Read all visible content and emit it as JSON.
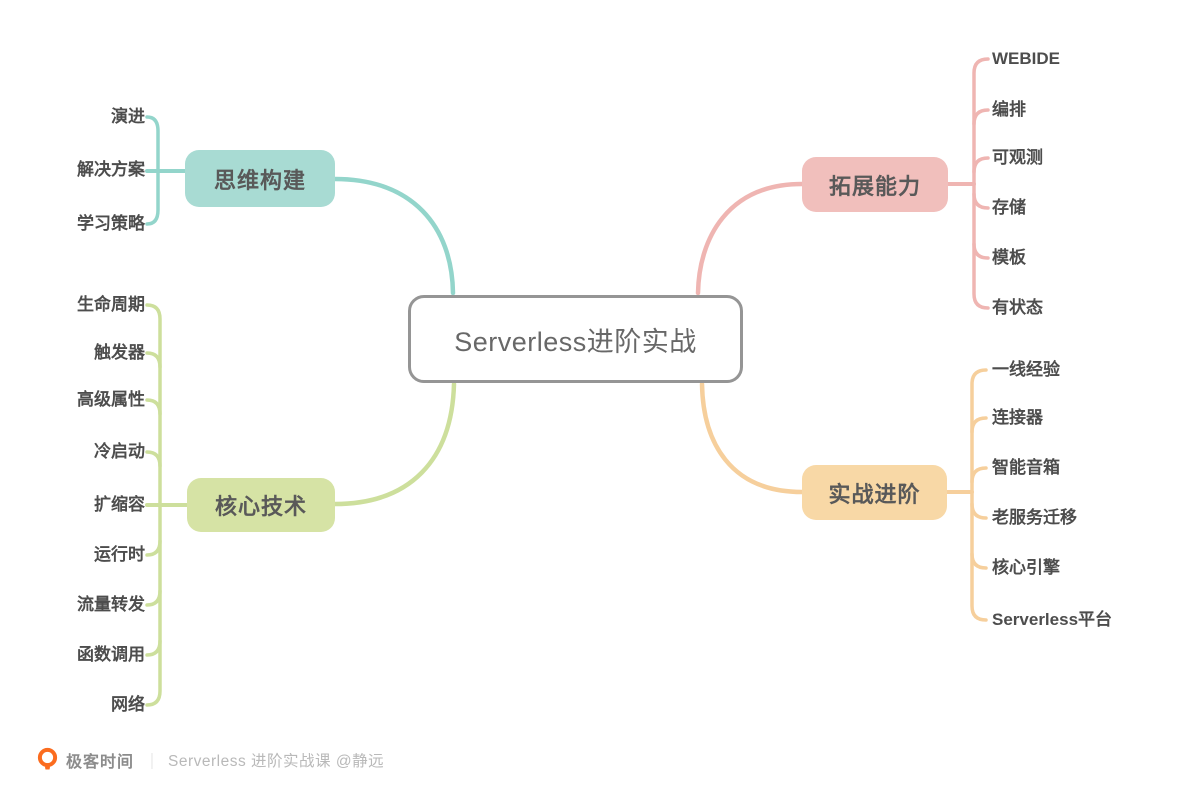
{
  "center": {
    "label": "Serverless进阶实战"
  },
  "branches": [
    {
      "id": "mind",
      "label": "思维构建",
      "color": "#93d5cb",
      "bg": "#a8dbd3",
      "children": [
        "演进",
        "解决方案",
        "学习策略"
      ]
    },
    {
      "id": "core",
      "label": "核心技术",
      "color": "#cddf9c",
      "bg": "#d6e3a5",
      "children": [
        "生命周期",
        "触发器",
        "高级属性",
        "冷启动",
        "扩缩容",
        "运行时",
        "流量转发",
        "函数调用",
        "网络"
      ]
    },
    {
      "id": "extend",
      "label": "拓展能力",
      "color": "#efb5b2",
      "bg": "#f1bfbc",
      "children": [
        "WEBIDE",
        "编排",
        "可观测",
        "存储",
        "模板",
        "有状态"
      ]
    },
    {
      "id": "practice",
      "label": "实战进阶",
      "color": "#f6cf9c",
      "bg": "#f8d8a6",
      "children": [
        "一线经验",
        "连接器",
        "智能音箱",
        "老服务迁移",
        "核心引擎",
        "Serverless平台"
      ]
    }
  ],
  "footer": {
    "brand": "极客时间",
    "separator": "｜",
    "caption": "Serverless 进阶实战课 @静远"
  },
  "colors": {
    "node_text": "#595959",
    "topic_text": "#4d4d4d",
    "center_text": "#686868",
    "center_border": "#959595",
    "footer_brand": "#8c8c8c",
    "footer_caption": "#b9b9b9",
    "footer_separator": "#d9d9d9",
    "logo_orange": "#fb6c1f"
  }
}
